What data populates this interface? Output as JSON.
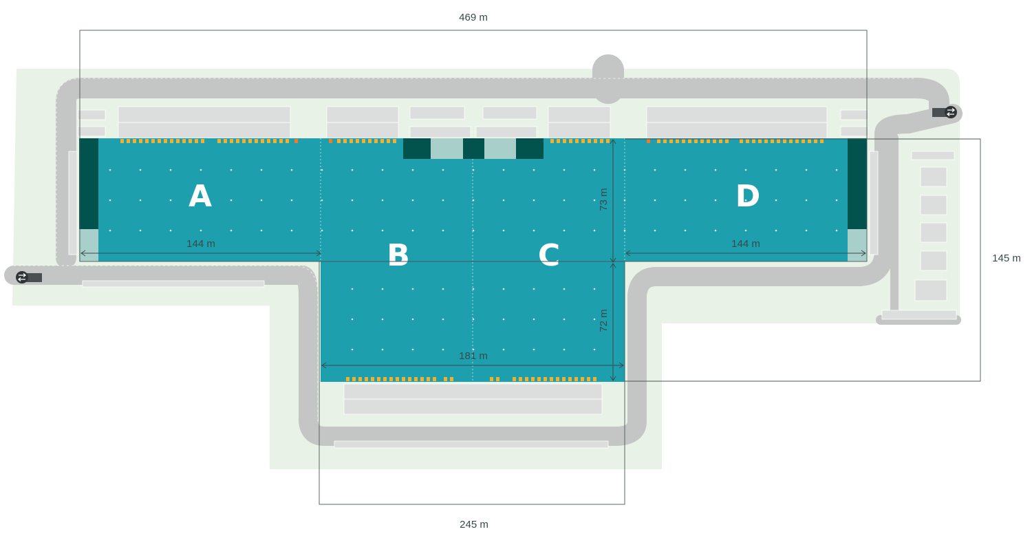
{
  "units": [
    {
      "label": "A"
    },
    {
      "label": "B"
    },
    {
      "label": "C"
    },
    {
      "label": "D"
    }
  ],
  "dimensions": {
    "overall_width": "469 m",
    "overall_depth": "145 m",
    "bottom_width": "245 m",
    "unit_a_width": "144 m",
    "unit_d_width": "144 m",
    "bc_width": "181 m",
    "upper_depth": "73 m",
    "lower_depth": "72 m"
  },
  "icons": [
    "entry-exit-icon",
    "entry-exit-icon"
  ],
  "colors": {
    "building": "#1d9fad",
    "building_dark": "#02524d",
    "building_light": "#a9cfcb",
    "site_green": "#e9f2e6",
    "road": "#c4c5c5",
    "parking": "#dcdddd",
    "dock_door": "#f0b030",
    "dock_door_alt": "#f07a2a",
    "dimension_line": "#4a5757"
  }
}
